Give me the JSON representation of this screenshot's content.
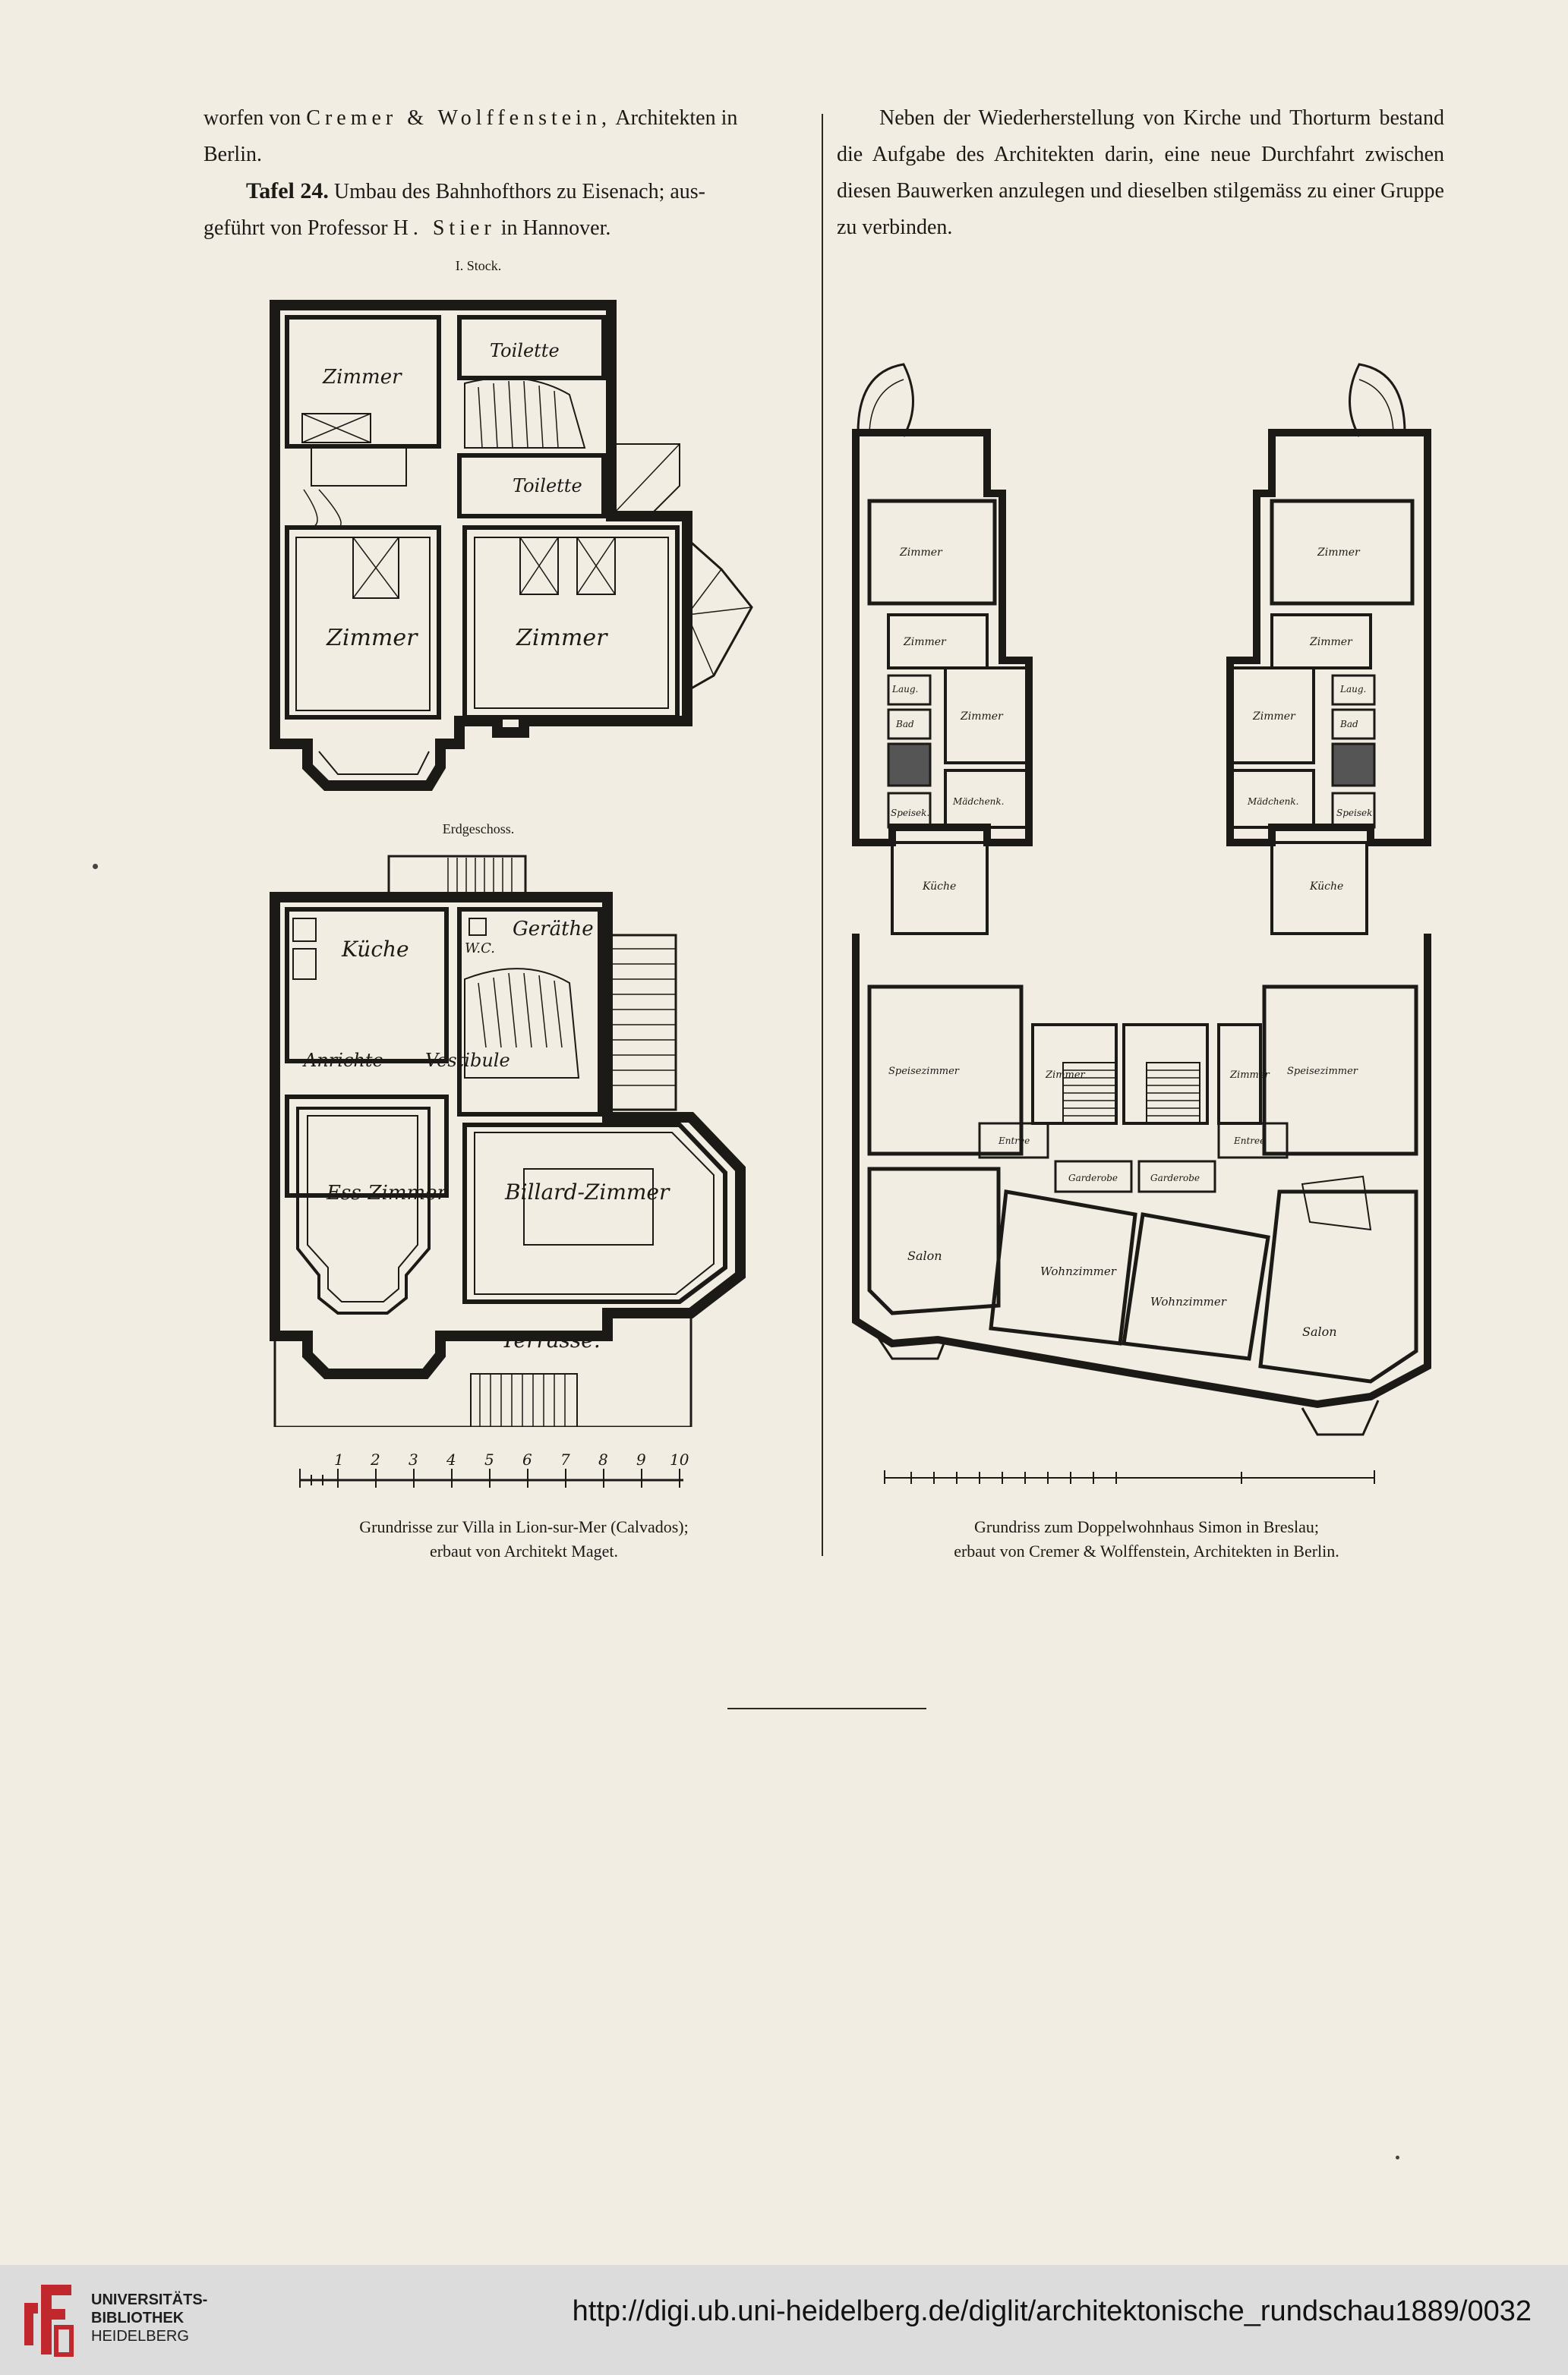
{
  "left_column": {
    "line1": "worfen von ",
    "line1_spaced": "Cremer & Wolffenstein,",
    "line1_end": " Architekten in",
    "line2": "Berlin.",
    "tafel_label": "Tafel 24.",
    "tafel_text": " Umbau des Bahnhofthors zu Eisenach; aus-",
    "line4_start": "geführt von Professor ",
    "line4_spaced": "H. Stier",
    "line4_end": " in Hannover."
  },
  "right_column": {
    "paragraph": "Neben der Wiederherstellung von Kirche und Thorturm bestand die Aufgabe des Architekten darin, eine neue Durchfahrt zwischen diesen Bauwerken anzulegen und dieselben stilgemäss zu einer Gruppe zu verbinden."
  },
  "villa_plans": {
    "upper_floor_label": "I. Stock.",
    "ground_floor_label": "Erdgeschoss.",
    "upper_rooms": {
      "zimmer_a": "Zimmer",
      "toilette_a": "Toilette",
      "toilette_b": "Toilette",
      "zimmer_b": "Zimmer",
      "zimmer_c": "Zimmer"
    },
    "ground_rooms": {
      "kueche": "Küche",
      "wc": "W.C.",
      "geraethe": "Geräthe",
      "anrichte": "Anrichte",
      "vestibule": "Vestibule",
      "ess_zimmer": "Ess-Zimmer",
      "billard_zimmer": "Billard-Zimmer",
      "terrasse": "Terrasse."
    },
    "scale_numbers": [
      "1",
      "2",
      "3",
      "4",
      "5",
      "6",
      "7",
      "8",
      "9",
      "10"
    ],
    "caption_line1": "Grundrisse zur Villa in Lion-sur-Mer (Calvados);",
    "caption_line2": "erbaut von Architekt Maget."
  },
  "doppelwohnhaus_plan": {
    "rooms_left": {
      "zimmer1": "Zimmer",
      "zimmer2": "Zimmer",
      "kueche_small": "Laug.",
      "bad": "Bad",
      "zimmer3": "Zimmer",
      "speisek": "Speisek.",
      "maedchen": "Mädchenk.",
      "kueche": "Küche",
      "speisezimmer": "Speisezimmer",
      "zimmer4": "Zimmer",
      "entree": "Entree",
      "garderobe": "Garderobe",
      "salon": "Salon",
      "wohnzimmer": "Wohnzimmer"
    },
    "rooms_right": {
      "zimmer1": "Zimmer",
      "zimmer2": "Zimmer",
      "kueche_small": "Laug.",
      "bad": "Bad",
      "zimmer3": "Zimmer",
      "speisek": "Speisek.",
      "maedchen": "Mädchenk.",
      "kueche": "Küche",
      "speisezimmer": "Speisezimmer",
      "zimmer4": "Zimmer",
      "entree": "Entree",
      "garderobe": "Garderobe",
      "salon": "Salon",
      "wohnzimmer": "Wohnzimmer"
    },
    "caption_line1": "Grundriss zum Doppelwohnhaus Simon in Breslau;",
    "caption_line2": "erbaut von Cremer & Wolffenstein, Architekten in Berlin."
  },
  "footer": {
    "logo_line1": "UNIVERSITÄTS-",
    "logo_line2": "BIBLIOTHEK",
    "logo_line3": "HEIDELBERG",
    "url": "http://digi.ub.uni-heidelberg.de/diglit/architektonische_rundschau1889/0032"
  },
  "colors": {
    "paper": "#f1ede2",
    "ink": "#1c1a16",
    "logo_red": "#c0282d",
    "footer_bar": "#dcdcdc"
  }
}
